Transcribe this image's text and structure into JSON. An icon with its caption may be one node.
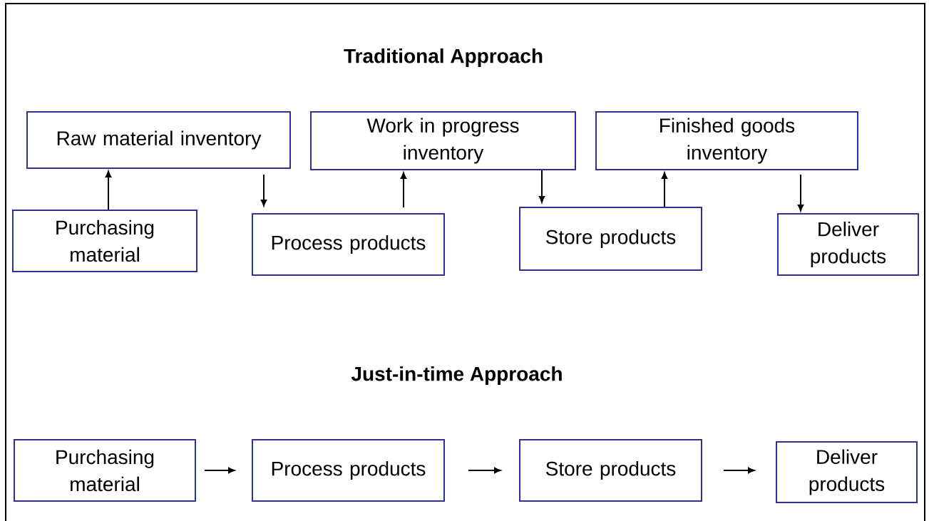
{
  "diagram": {
    "title": "Traditional Approach",
    "nodes": [
      {
        "text": [
          "Raw material inventory"
        ]
      },
      {
        "text": [
          "Work in progress inventory"
        ]
      },
      {
        "text": [
          "Finished goods inventory"
        ]
      },
      {
        "text": [
          "Purchasing material"
        ]
      },
      {
        "text": [
          "Process products"
        ]
      },
      {
        "text": [
          "Store products"
        ]
      },
      {
        "text": [
          "Deliver products"
        ]
      },
      {
        "text": [
          "Purchasing material"
        ]
      },
      {
        "text": [
          "Process products"
        ]
      },
      {
        "text": [
          "Store products"
        ]
      },
      {
        "text": [
          "Deliver products"
        ]
      }
    ],
    "edges": [
      {
        "from": 3,
        "to": 0,
        "arrow": "to"
      },
      {
        "from": 0,
        "to": 4,
        "arrow": "to"
      },
      {
        "from": 4,
        "to": 1,
        "arrow": "to"
      },
      {
        "from": 1,
        "to": 5,
        "arrow": "to"
      },
      {
        "from": 5,
        "to": 2,
        "arrow": "to"
      },
      {
        "from": 2,
        "to": 6,
        "arrow": "to"
      },
      {
        "from": 7,
        "to": 8,
        "arrow": "to"
      },
      {
        "from": 8,
        "to": 9,
        "arrow": "to"
      },
      {
        "from": 9,
        "to": 10,
        "arrow": "to"
      }
    ],
    "labels": [
      "Just-in-time Approach"
    ]
  }
}
